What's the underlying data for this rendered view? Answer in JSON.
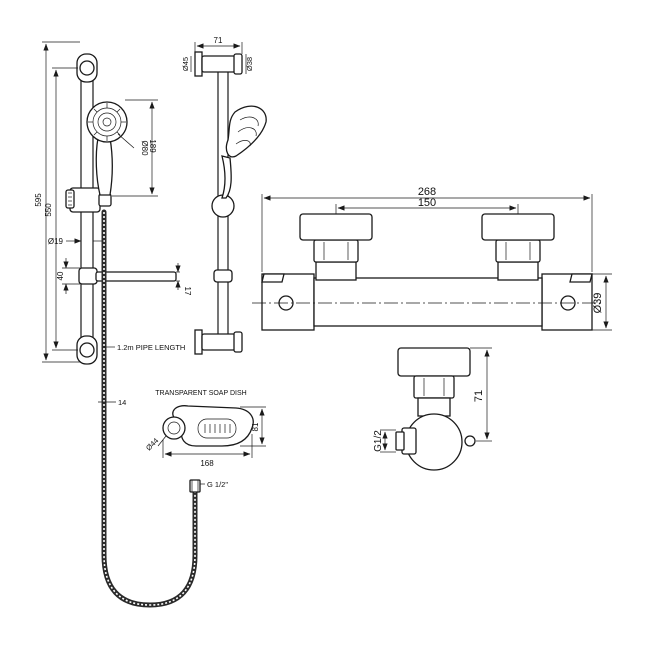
{
  "dimensions": {
    "overall_height": "595",
    "rail_height": "550",
    "handset_length": "189",
    "head_diameter": "Ø80",
    "rail_diameter": "Ø19",
    "dish_offset": "40",
    "dish_thickness": "17",
    "pipe_length": "1.2m PIPE LENGTH",
    "hose_diameter": "14",
    "hose_connector": "G 1/2\"",
    "side_width": "71",
    "bracket_diameter": "Ø45",
    "rail_end_diameter": "Ø38",
    "valve_width": "268",
    "valve_centres": "150",
    "valve_body_diameter": "Ø39",
    "valve_depth": "71",
    "valve_inlet": "G1/2"
  },
  "soap_dish": {
    "title": "TRANSPARENT SOAP DISH",
    "width": "168",
    "depth": "81",
    "clip_diameter": "Ø44"
  }
}
